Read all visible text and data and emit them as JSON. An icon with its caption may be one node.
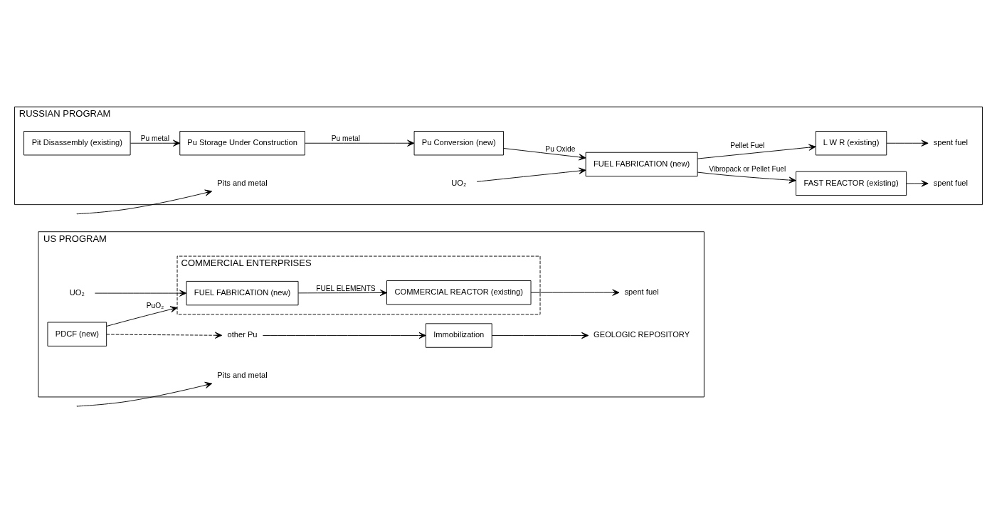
{
  "diagram": {
    "nodes": [
      {
        "text": [
          "US PROGRAM"
        ]
      },
      {
        "text": [
          "Pits and metal"
        ],
        "in": 0
      },
      {
        "text": [
          "PDCF (new)"
        ],
        "in": 0
      },
      {
        "text": [
          "COMMERCIAL ENTERPRISES"
        ],
        "in": 0
      },
      {
        "text": [
          "FUEL FABRICATION (new)"
        ],
        "in": 3
      },
      {
        "text": [
          "COMMERCIAL REACTOR (existing)"
        ],
        "in": 3
      },
      {
        "text": [
          "spent fuel"
        ],
        "in": 0
      },
      {
        "text": [
          "UO₂"
        ],
        "in": 0
      },
      {
        "text": [
          "other Pu"
        ],
        "in": 0
      },
      {
        "text": [
          "Immobilization"
        ],
        "in": 0
      },
      {
        "text": [
          "GEOLOGIC REPOSITORY"
        ],
        "in": 0
      },
      {
        "text": [
          "RUSSIAN PROGRAM"
        ]
      },
      {
        "text": [
          "Pits and metal"
        ],
        "in": 11
      },
      {
        "text": [
          "Pit Disassembly (existing)"
        ],
        "in": 11
      },
      {
        "text": [
          "Pu Storage Under Construction"
        ],
        "in": 11
      },
      {
        "text": [
          "Pu Conversion (new)"
        ],
        "in": 11
      },
      {
        "text": [
          "FUEL FABRICATION (new)"
        ],
        "in": 11
      },
      {
        "text": [
          "UO₂"
        ],
        "in": 11
      },
      {
        "text": [
          "FAST REACTOR (existing)"
        ],
        "in": 11
      },
      {
        "text": [
          "spent fuel"
        ],
        "in": 11
      },
      {
        "text": [
          "L W R (existing)"
        ],
        "in": 11
      },
      {
        "text": [
          "spent fuel"
        ],
        "in": 11
      }
    ],
    "edges": [
      {
        "from": null,
        "to": 1,
        "arrow": "to"
      },
      {
        "from": 2,
        "to": 3,
        "arrow": "to",
        "label": "PuO₂"
      },
      {
        "from": 7,
        "to": 4,
        "arrow": "to"
      },
      {
        "from": 4,
        "to": 5,
        "arrow": "to",
        "label": "FUEL ELEMENTS"
      },
      {
        "from": 5,
        "to": 6,
        "arrow": "to"
      },
      {
        "from": 2,
        "to": 8,
        "arrow": "to",
        "style": "dashed"
      },
      {
        "from": 8,
        "to": 9,
        "arrow": "to"
      },
      {
        "from": 9,
        "to": 10,
        "arrow": "to"
      },
      {
        "from": null,
        "to": 12,
        "arrow": "to"
      },
      {
        "from": 13,
        "to": 14,
        "arrow": "to",
        "label": "Pu metal"
      },
      {
        "from": 14,
        "to": 15,
        "arrow": "to",
        "label": "Pu metal"
      },
      {
        "from": 15,
        "to": 16,
        "arrow": "to",
        "label": "Pu Oxide"
      },
      {
        "from": 17,
        "to": 16,
        "arrow": "to"
      },
      {
        "from": 16,
        "to": 18,
        "arrow": "to",
        "label": "Vibropack or Pellet Fuel"
      },
      {
        "from": 16,
        "to": 20,
        "arrow": "to",
        "label": "Pellet Fuel"
      },
      {
        "from": 18,
        "to": 19,
        "arrow": "to"
      },
      {
        "from": 20,
        "to": 21,
        "arrow": "to"
      }
    ]
  }
}
